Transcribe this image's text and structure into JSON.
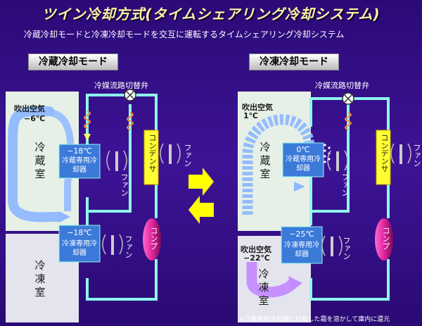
{
  "title": "ツイン冷却方式(タイムシェアリング冷却システム)",
  "subtitle": "冷蔵冷却モードと冷凍冷却モードを交互に運転するタイムシェアリング冷却システム",
  "left": {
    "mode": "冷蔵冷却モード",
    "valve_label": "冷媒流路切替弁",
    "air_label": "吹出空気",
    "air_temp": "−6℃",
    "room_top": "冷蔵室",
    "room_bottom": "冷凍室",
    "cooler_top_temp": "−18℃",
    "cooler_top_name": "冷蔵専用冷却器",
    "cooler_bottom_temp": "−18℃",
    "cooler_bottom_name": "冷凍専用冷却器",
    "fan_label": "ファン",
    "condenser": "コンデンサ",
    "compressor": "コンプ"
  },
  "right": {
    "mode": "冷凍冷却モード",
    "valve_label": "冷媒流路切替弁",
    "air_top_label": "吹出空気",
    "air_top_temp": "1℃",
    "air_bottom_label": "吹出空気",
    "air_bottom_temp": "−22℃",
    "room_top": "冷蔵室",
    "room_bottom": "冷凍室",
    "cooler_top_temp": "0℃",
    "cooler_top_name": "冷蔵専用冷却器",
    "cooler_bottom_temp": "−25℃",
    "cooler_bottom_name": "冷凍専用冷却器",
    "fan_label": "ファン",
    "condenser": "コンデンサ",
    "compressor": "コンプ"
  },
  "footnote": "※冷蔵専用冷却器に付着した霜を溶かして庫内に還元",
  "colors": {
    "background": "#3a0f86",
    "pipe": "#8ff7ec",
    "cold_air": "#8fb8ff",
    "freezer_air": "#c48cff",
    "cooler_box": "#3b7ad8",
    "condenser": "#ffff33",
    "compressor": "#d81b8f",
    "arrow": "#ffff00"
  }
}
